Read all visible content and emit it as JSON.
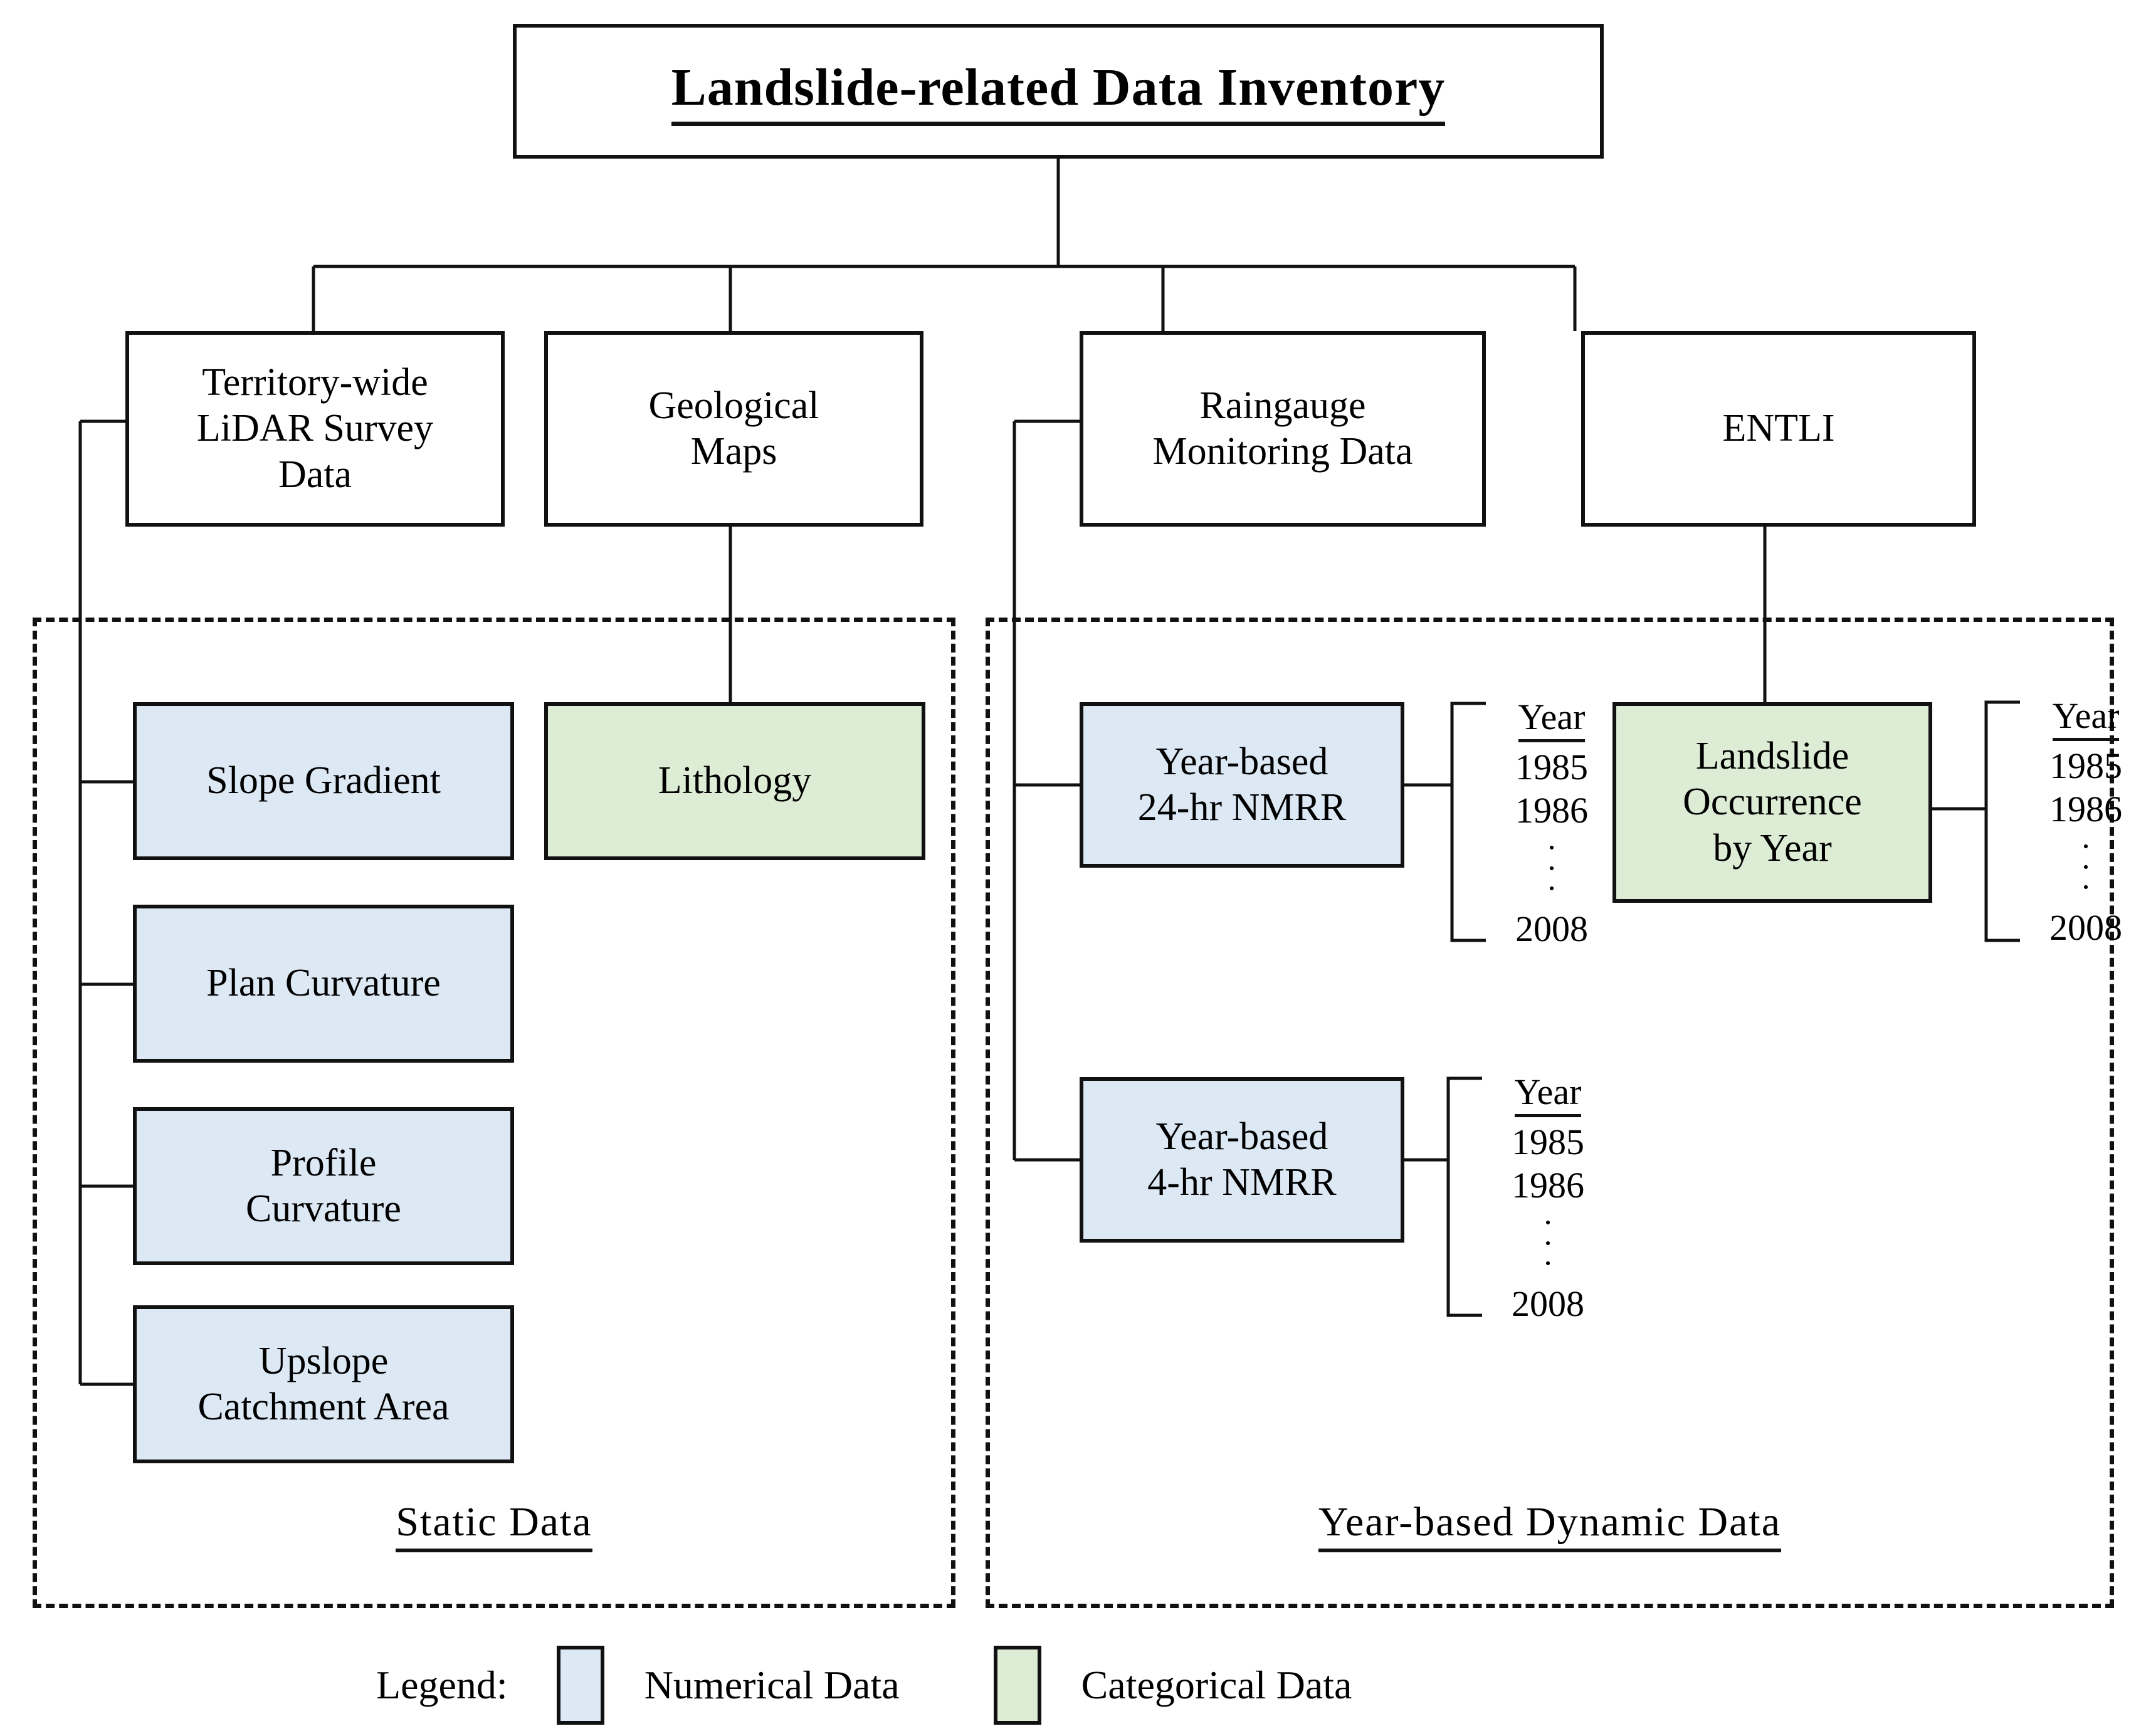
{
  "title": {
    "text": "Landslide-related Data Inventory"
  },
  "sources": [
    {
      "id": "lidar",
      "label": "Territory-wide\nLiDAR Survey\nData"
    },
    {
      "id": "geomaps",
      "label": "Geological\nMaps"
    },
    {
      "id": "raingauge",
      "label": "Raingauge\nMonitoring Data"
    },
    {
      "id": "entli",
      "label": "ENTLI"
    }
  ],
  "static_group": {
    "label": "Static Data",
    "items": [
      {
        "id": "slope-gradient",
        "label": "Slope Gradient",
        "kind": "numerical"
      },
      {
        "id": "plan-curvature",
        "label": "Plan Curvature",
        "kind": "numerical"
      },
      {
        "id": "profile-curvature",
        "label": "Profile\nCurvature",
        "kind": "numerical"
      },
      {
        "id": "upslope-catchment",
        "label": "Upslope\nCatchment Area",
        "kind": "numerical"
      },
      {
        "id": "lithology",
        "label": "Lithology",
        "kind": "categorical"
      }
    ]
  },
  "dynamic_group": {
    "label": "Year-based Dynamic Data",
    "items": [
      {
        "id": "nmrr-24hr",
        "label": "Year-based\n24-hr NMRR",
        "kind": "numerical"
      },
      {
        "id": "nmrr-4hr",
        "label": "Year-based\n4-hr NMRR",
        "kind": "numerical"
      },
      {
        "id": "landslide-occurrence",
        "label": "Landslide\nOccurrence\nby Year",
        "kind": "categorical"
      }
    ]
  },
  "year_list": {
    "header": "Year",
    "first": "1985",
    "second": "1986",
    "ellipsis": "·",
    "last": "2008"
  },
  "legend": {
    "label": "Legend:",
    "numerical_text": "Numerical Data",
    "categorical_text": "Categorical Data"
  },
  "colors": {
    "numerical_fill": "#dce8f4",
    "categorical_fill": "#dcecd5",
    "stroke": "#111111",
    "background": "#ffffff"
  }
}
